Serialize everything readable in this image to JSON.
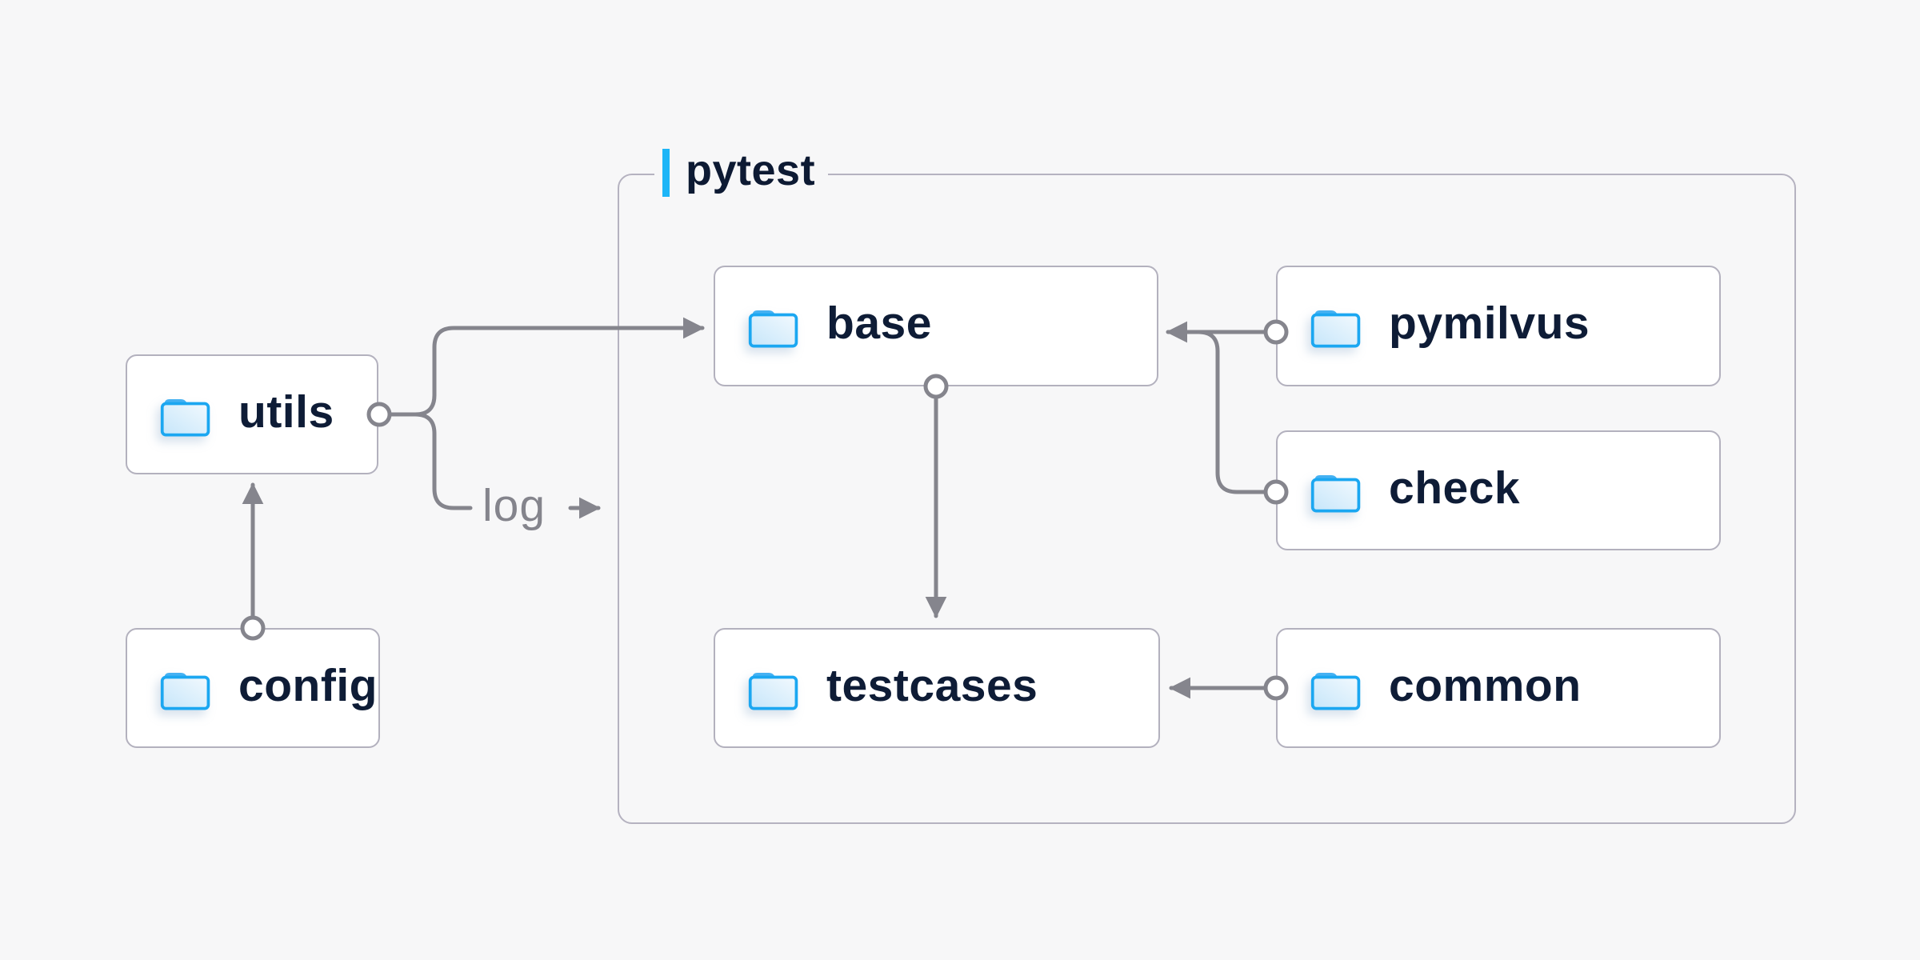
{
  "group": {
    "label": "pytest"
  },
  "nodes": {
    "utils": {
      "label": "utils"
    },
    "config": {
      "label": "config"
    },
    "base": {
      "label": "base"
    },
    "pymilvus": {
      "label": "pymilvus"
    },
    "check": {
      "label": "check"
    },
    "testcases": {
      "label": "testcases"
    },
    "common": {
      "label": "common"
    }
  },
  "annotations": {
    "log": {
      "label": "log"
    }
  },
  "edges": [
    {
      "from": "config",
      "to": "utils",
      "style": "circle-origin-arrow"
    },
    {
      "from": "utils",
      "to": "base",
      "style": "circle-origin-arrow"
    },
    {
      "from": "utils",
      "to": "log",
      "style": "circle-origin-arrow"
    },
    {
      "from": "pymilvus",
      "to": "base",
      "style": "circle-origin-arrow"
    },
    {
      "from": "check",
      "to": "base",
      "style": "circle-origin-arrow"
    },
    {
      "from": "base",
      "to": "testcases",
      "style": "circle-origin-arrow"
    },
    {
      "from": "common",
      "to": "testcases",
      "style": "circle-origin-arrow"
    }
  ],
  "icons": {
    "node_icon": "folder-icon"
  },
  "colors": {
    "background": "#f7f7f8",
    "node_fill": "#ffffff",
    "node_border": "#b3b1be",
    "group_border": "#b5b2c0",
    "connector": "#85858d",
    "node_text": "#0e1c36",
    "log_text": "#84848c",
    "accent_bar": "#1db5f7",
    "folder_stroke": "#1ba7f1",
    "folder_fill": "#d9edfc"
  }
}
